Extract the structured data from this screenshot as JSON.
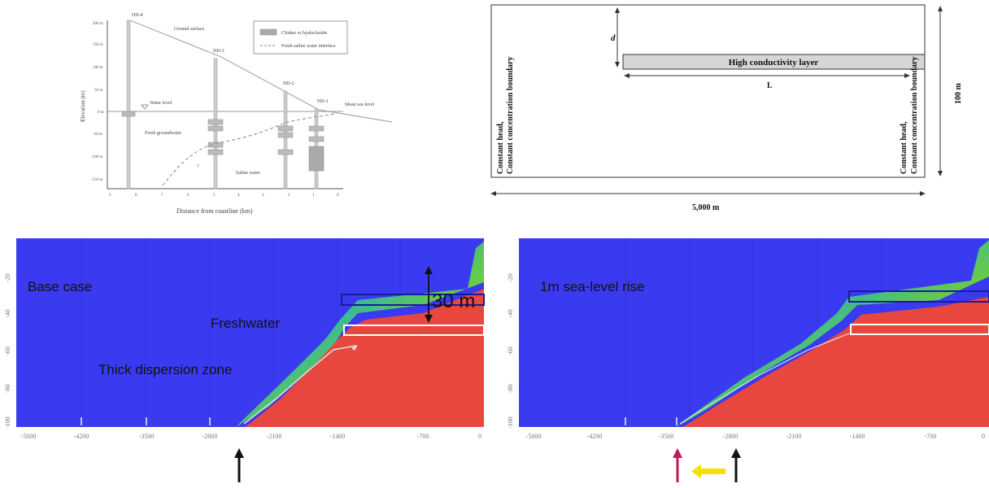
{
  "schematic": {
    "well_labels": [
      "HD-4",
      "HD-3",
      "HD-2",
      "HD-1"
    ],
    "ground_surface": "Ground surface",
    "water_level": "Water level",
    "mean_sea_level": "Mean sea level",
    "fresh_groundwater": "Fresh groundwater",
    "saline_water": "Saline water",
    "legend_clinker": "Clinker or hyaloclastite",
    "legend_interface": "Fresh-saline water interface",
    "y_axis_title": "Elevation (m)",
    "x_axis_title": "Distance from coastline (km)",
    "y_ticks": [
      "200 m",
      "150 m",
      "100 m",
      "50 m",
      "0 m",
      "-50 m",
      "-100 m",
      "-150 m"
    ],
    "x_ticks": [
      "9",
      "8",
      "7",
      "6",
      "5",
      "4",
      "3",
      "2",
      "1",
      "0"
    ],
    "question_mark": "?"
  },
  "domain": {
    "left_boundary_line1": "Constant head,",
    "left_boundary_line2": "Constant concentration boundary",
    "right_boundary_line1": "Constant head,",
    "right_boundary_line2": "Constant concentration boundary",
    "layer_label": "High conductivity layer",
    "d_label": "d",
    "L_label": "L",
    "height_label": "100 m",
    "width_label": "5,000 m"
  },
  "sim_left": {
    "title": "Base case",
    "freshwater_label": "Freshwater",
    "dispersion_label": "Thick dispersion zone",
    "depth_label": "30 m",
    "x_ticks": [
      "-5000",
      "-4200",
      "-3500",
      "-2800",
      "-2100",
      "-1400",
      "-700",
      "0"
    ],
    "y_ticks": [
      "-20",
      "-40",
      "-60",
      "-80",
      "-100"
    ]
  },
  "sim_right": {
    "title": "1m sea-level rise",
    "x_ticks": [
      "-5000",
      "-4200",
      "-3500",
      "-2800",
      "-2100",
      "-1400",
      "-700",
      "0"
    ],
    "y_ticks": [
      "-20",
      "-40",
      "-60",
      "-80",
      "-100"
    ]
  },
  "colors": {
    "fresh": "#3a3af0",
    "saline": "#e8473f",
    "arrow_magenta": "#c2185b",
    "arrow_yellow": "#f5e000"
  }
}
